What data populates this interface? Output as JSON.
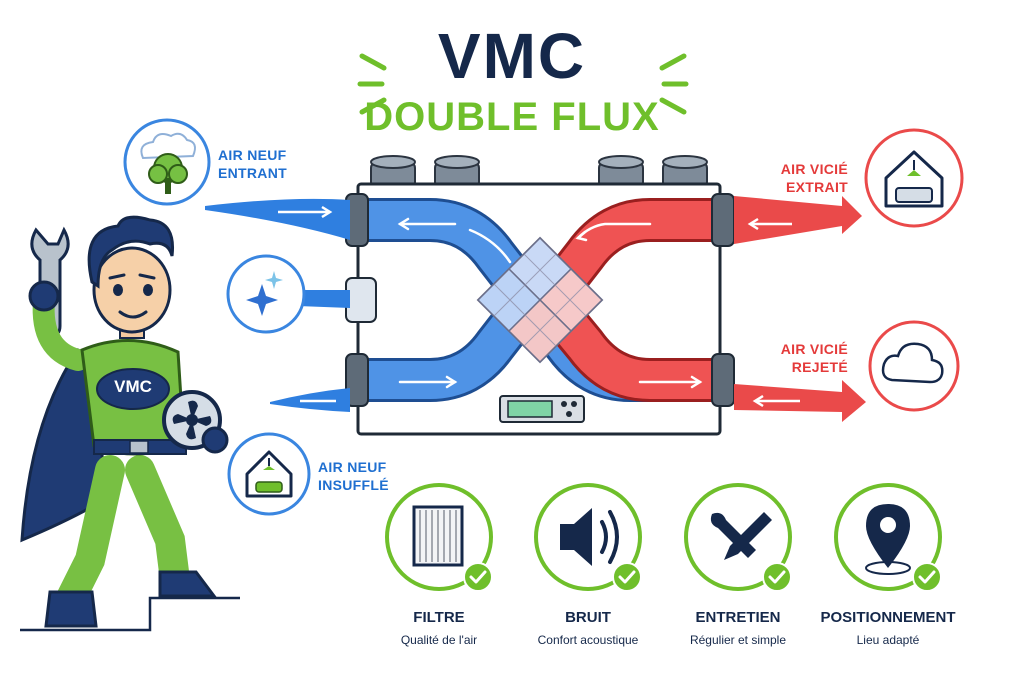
{
  "title": {
    "main": "VMC",
    "sub": "DOUBLE FLUX"
  },
  "flows": {
    "fresh_in": {
      "line1": "AIR NEUF",
      "line2": "ENTRANT",
      "icon": "tree-cloud-icon"
    },
    "fresh_out": {
      "line1": "AIR NEUF",
      "line2": "INSUFFLÉ",
      "icon": "house-sofa-icon"
    },
    "stale_in": {
      "line1": "AIR VICIÉ",
      "line2": "EXTRAIT",
      "icon": "house-sofa-lamp-icon"
    },
    "stale_out": {
      "line1": "AIR VICIÉ",
      "line2": "REJETÉ",
      "icon": "cloud-icon"
    },
    "purified": {
      "icon": "sparkles-icon"
    }
  },
  "mascot": {
    "chest_text": "VMC"
  },
  "features": [
    {
      "title": "FILTRE",
      "desc": "Qualité de l'air",
      "icon": "filter-icon"
    },
    {
      "title": "BRUIT",
      "desc": "Confort acoustique",
      "icon": "speaker-icon"
    },
    {
      "title": "ENTRETIEN",
      "desc": "Régulier et simple",
      "icon": "tools-icon"
    },
    {
      "title": "POSITIONNEMENT",
      "desc": "Lieu adapté",
      "icon": "location-pin-icon"
    }
  ],
  "colors": {
    "navy": "#15284a",
    "green": "#6fbf2b",
    "blue": "#2f7fe0",
    "red": "#ea4a4a"
  }
}
